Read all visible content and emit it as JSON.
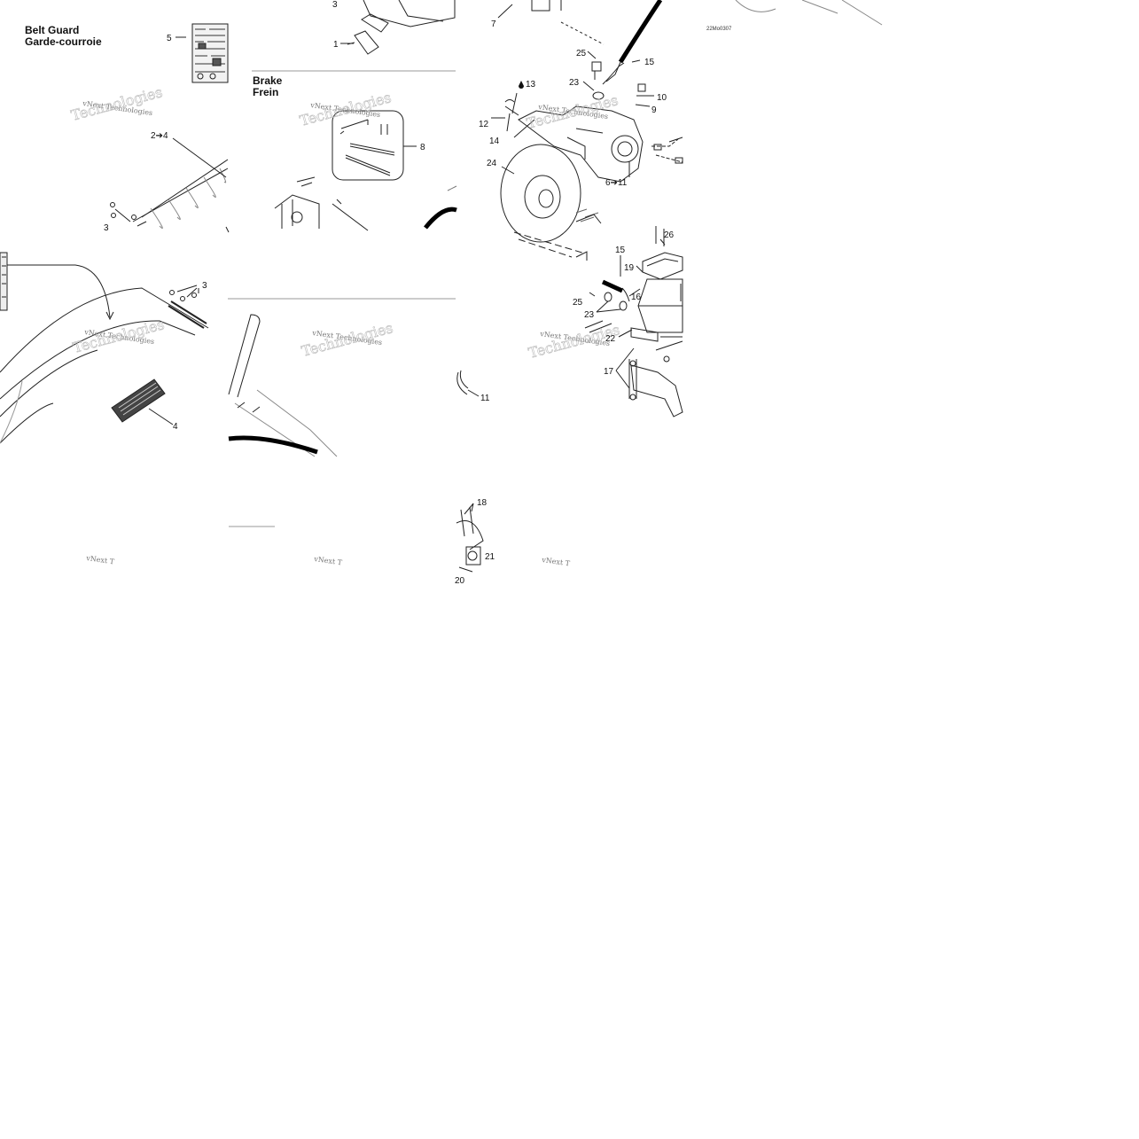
{
  "sections": {
    "belt_guard": {
      "title": "Belt Guard",
      "subtitle": "Garde-courroie"
    },
    "brake": {
      "title": "Brake",
      "subtitle": "Frein"
    }
  },
  "diagram_code": "22Mo0307",
  "watermark": {
    "line1": "vNext Technologies",
    "line2": "Technologies",
    "short": "vNext T"
  },
  "callouts": {
    "bg_5": "5",
    "bg_2to4": "2➔4",
    "bg_3": "3",
    "bg_4": "4",
    "top_3": "3",
    "top_1": "1",
    "br_8": "8",
    "cal_7": "7",
    "cal_25a": "25",
    "cal_15a": "15",
    "cal_23a": "23",
    "cal_13": "13",
    "cal_12": "12",
    "cal_14": "14",
    "cal_10": "10",
    "cal_9": "9",
    "cal_24": "24",
    "cal_6to11": "6➔11",
    "mc_26": "26",
    "mc_15": "15",
    "mc_19": "19",
    "mc_16": "16",
    "mc_25": "25",
    "mc_23": "23",
    "mc_22": "22",
    "mc_17": "17",
    "mc_11": "11",
    "mc_18": "18",
    "mc_21": "21",
    "mc_20": "20"
  },
  "icons": {
    "drop": "oil-drop-icon"
  }
}
